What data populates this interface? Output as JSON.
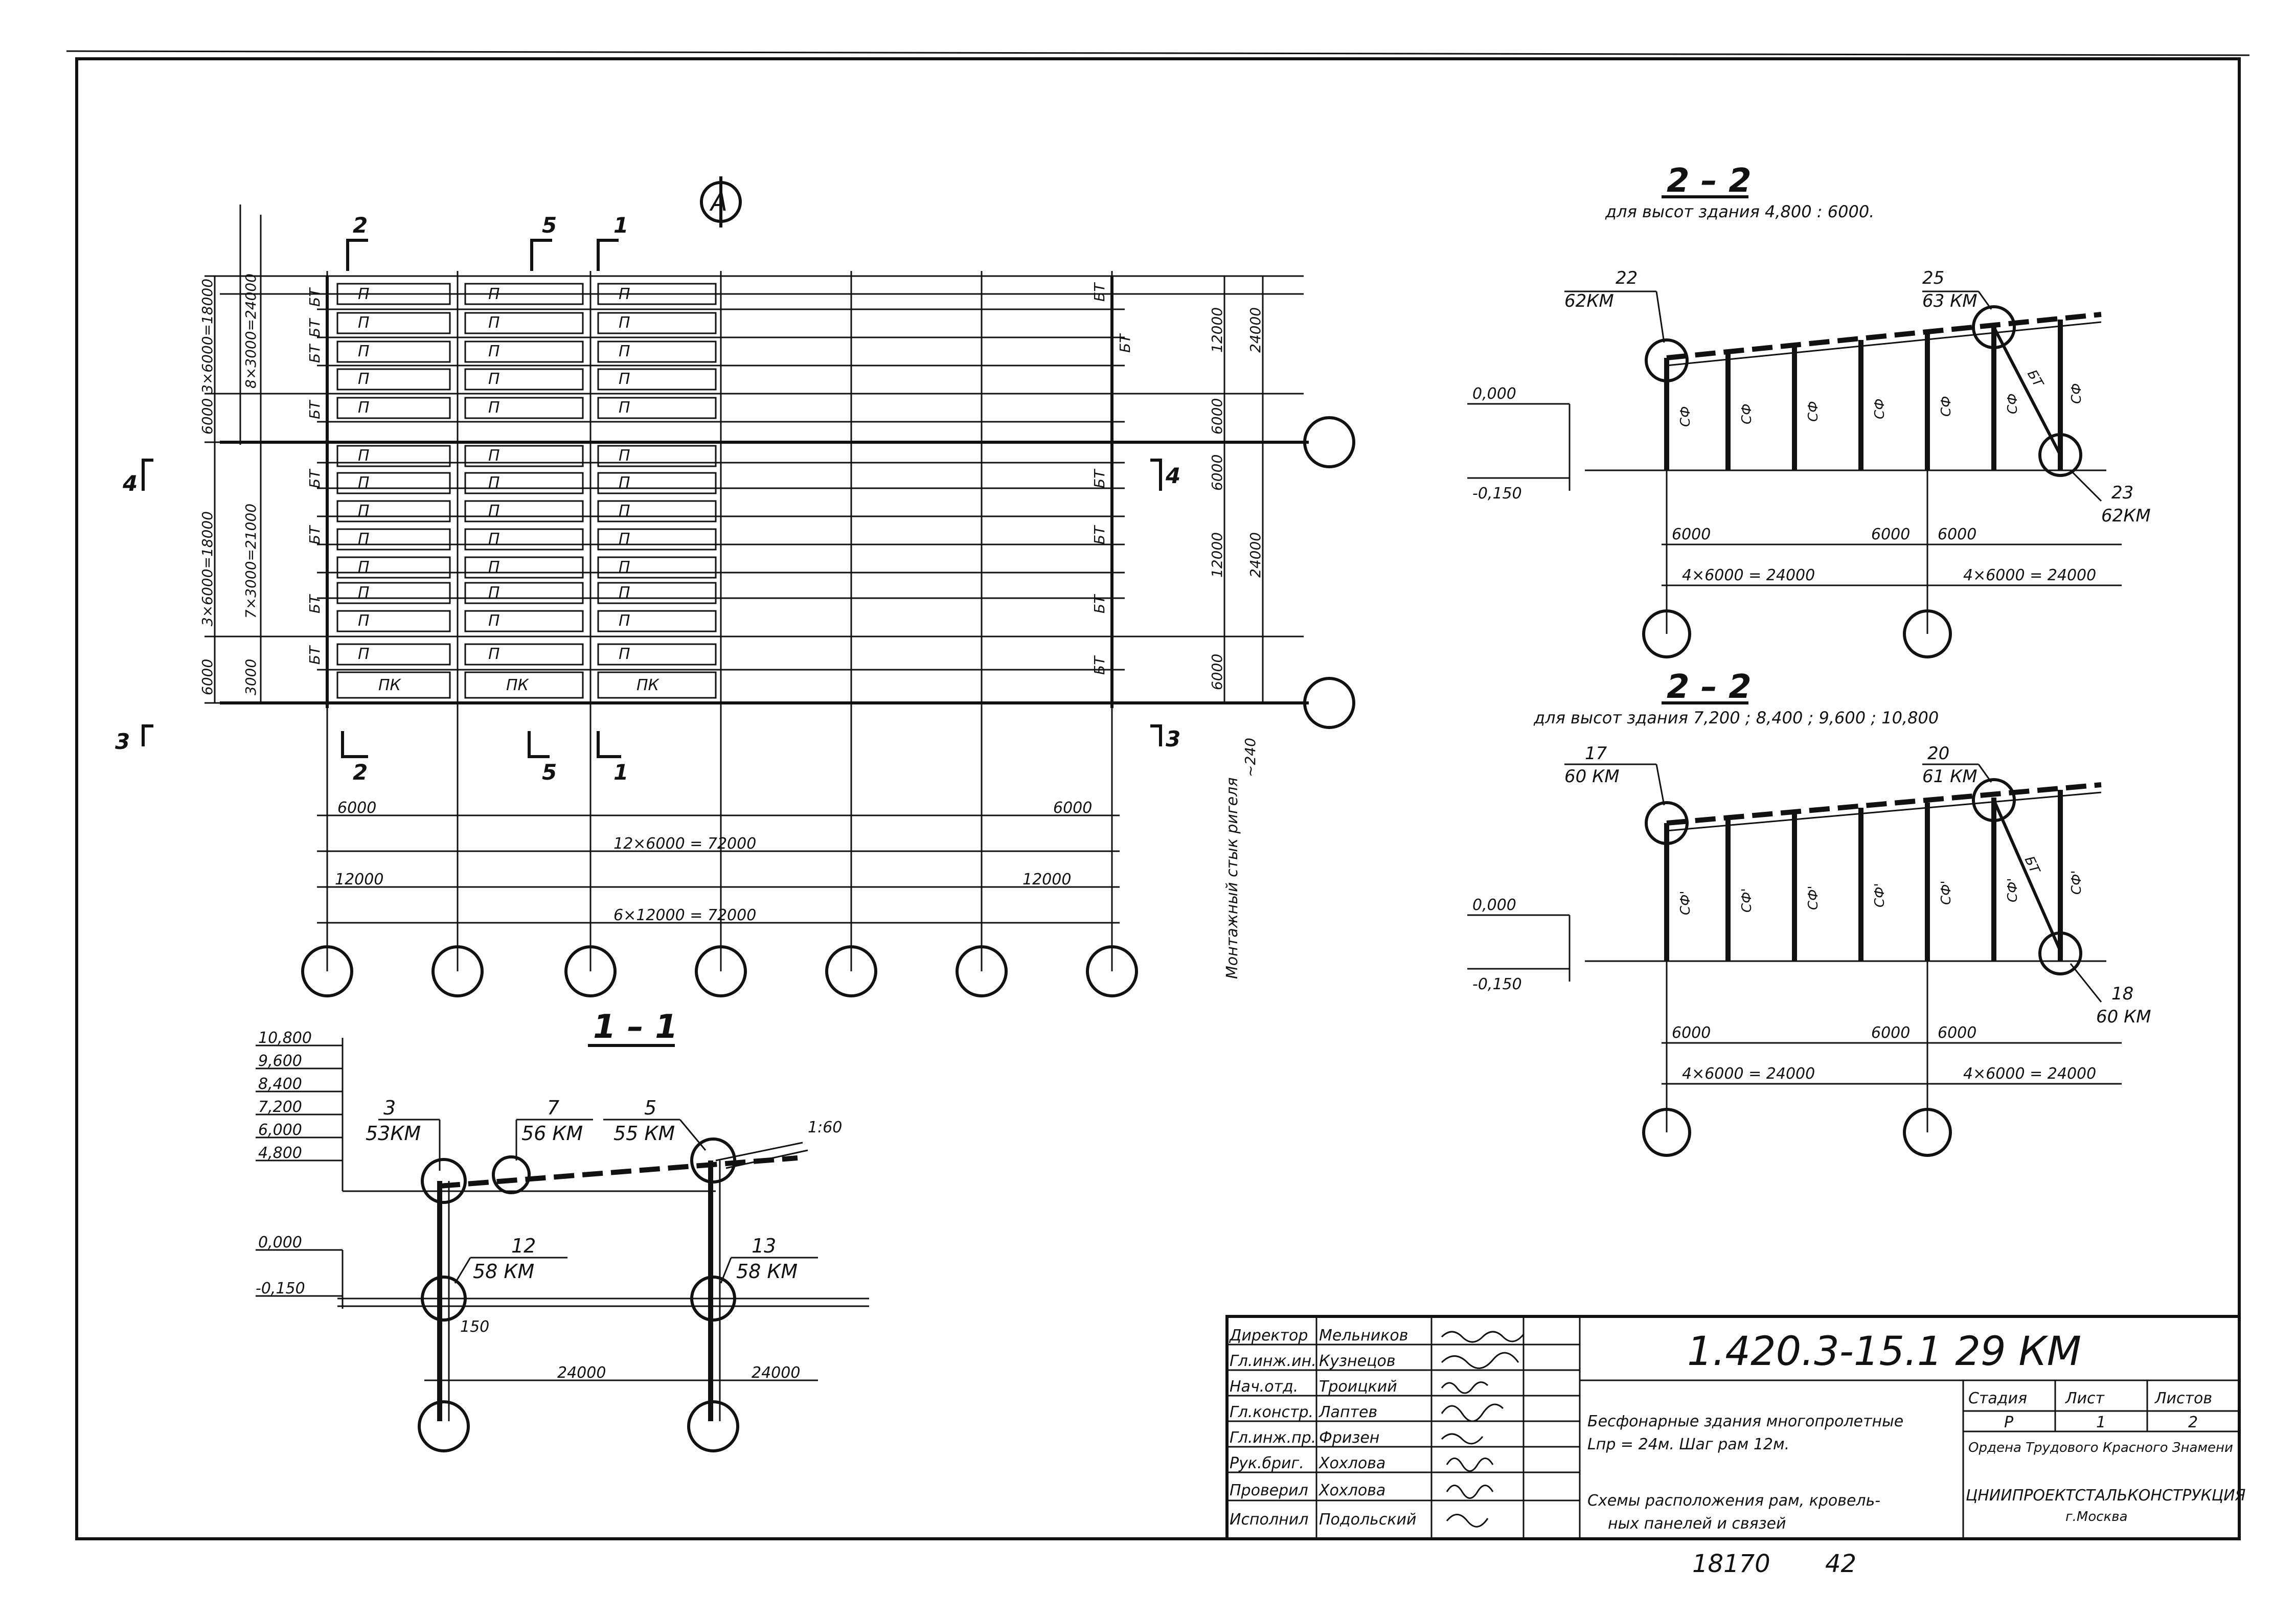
{
  "plan": {
    "cut_marks": [
      "2",
      "5",
      "1",
      "4",
      "3"
    ],
    "axis_symbol": "А",
    "panel_labels": [
      "П",
      "ПК",
      "БТ"
    ],
    "left_dims": [
      "3×6000=18000",
      "8×3000=24000",
      "6000",
      "3×6000=18000",
      "7×3000=21000",
      "6000",
      "3000"
    ],
    "right_dims": [
      "12000",
      "24000",
      "6000",
      "6000",
      "12000",
      "24000",
      "6000"
    ],
    "bottom_dims": {
      "d1": "6000",
      "d2": "6000",
      "d3": "12×6000 = 72000",
      "d4": "12000",
      "d5": "12000",
      "d6": "6×12000 = 72000"
    },
    "mount_note": "Монтажный стык ригеля",
    "mount_dim": "~240"
  },
  "section_1_1": {
    "title": "1 – 1",
    "levels": [
      "10,800",
      "9,600",
      "8,400",
      "7,200",
      "6,000",
      "4,800"
    ],
    "level_0": "0,000",
    "level_minus": "-0,150",
    "slope": "1:60",
    "nodes": [
      {
        "num": "3",
        "ref": "53КМ"
      },
      {
        "num": "7",
        "ref": "56 КМ"
      },
      {
        "num": "5",
        "ref": "55 КМ"
      },
      {
        "num": "12",
        "ref": "58 КМ"
      },
      {
        "num": "13",
        "ref": "58 КМ"
      }
    ],
    "dim_150": "150",
    "span1": "24000",
    "span2": "24000"
  },
  "section_2_2_a": {
    "title": "2 – 2",
    "subtitle": "для высот здания 4,800 : 6000.",
    "nodes": [
      {
        "num": "22",
        "ref": "62КМ"
      },
      {
        "num": "25",
        "ref": "63 КМ"
      },
      {
        "num": "23",
        "ref": "62КМ"
      }
    ],
    "column_label": "СФ",
    "brace_label": "БТ",
    "level_0": "0,000",
    "level_minus": "-0,150",
    "dims": [
      "6000",
      "6000",
      "6000",
      "4×6000 = 24000",
      "4×6000 = 24000"
    ]
  },
  "section_2_2_b": {
    "title": "2 – 2",
    "subtitle": "для высот здания 7,200 ; 8,400 ; 9,600 ; 10,800",
    "nodes": [
      {
        "num": "17",
        "ref": "60 КМ"
      },
      {
        "num": "20",
        "ref": "61 КМ"
      },
      {
        "num": "18",
        "ref": "60 КМ"
      }
    ],
    "column_label": "СФ'",
    "brace_label": "БТ",
    "level_0": "0,000",
    "level_minus": "-0,150",
    "dims": [
      "6000",
      "6000",
      "6000",
      "4×6000 = 24000",
      "4×6000 = 24000"
    ]
  },
  "title_block": {
    "code": "1.420.3-15.1 29 КМ",
    "people": [
      {
        "role": "Директор",
        "name": "Мельников"
      },
      {
        "role": "Гл.инж.ин.",
        "name": "Кузнецов"
      },
      {
        "role": "Нач.отд.",
        "name": "Троицкий"
      },
      {
        "role": "Гл.констр.",
        "name": "Лаптев"
      },
      {
        "role": "Гл.инж.пр.",
        "name": "Фризен"
      },
      {
        "role": "Рук.бриг.",
        "name": "Хохлова"
      },
      {
        "role": "Проверил",
        "name": "Хохлова"
      },
      {
        "role": "Исполнил",
        "name": "Подольский"
      }
    ],
    "description1": "Бесфонарные здания многопролетные",
    "description2": "Lпр = 24м. Шаг рам 12м.",
    "description3": "Схемы расположения рам, кровель-",
    "description4": "ных панелей и связей",
    "stage_label": "Стадия",
    "sheet_label": "Лист",
    "sheets_label": "Листов",
    "stage": "Р",
    "sheet": "1",
    "sheets": "2",
    "org1": "Ордена Трудового Красного Знамени",
    "org2": "ЦНИИПРОЕКТСТАЛЬКОНСТРУКЦИЯ",
    "org3": "г.Москва"
  },
  "footer": {
    "number": "18170",
    "format": "42"
  }
}
